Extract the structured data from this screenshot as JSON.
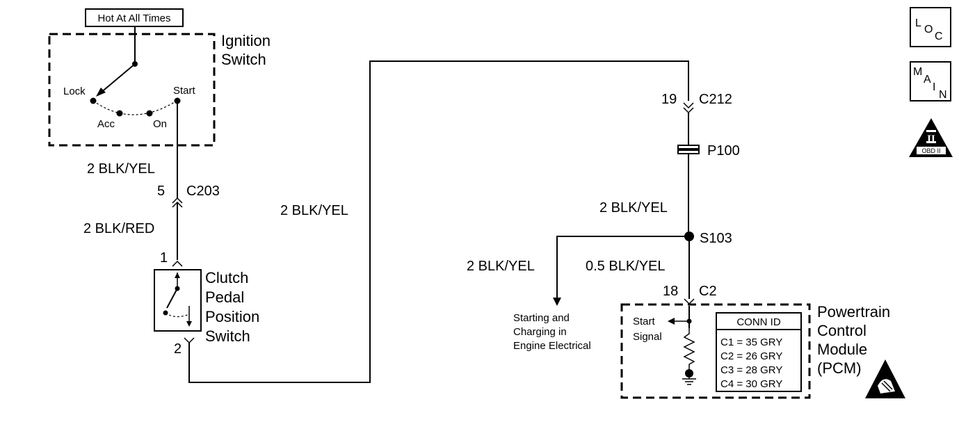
{
  "hot_label": "Hot At All Times",
  "ignition": {
    "title1": "Ignition",
    "title2": "Switch",
    "lock": "Lock",
    "acc": "Acc",
    "on": "On",
    "start": "Start"
  },
  "wires": {
    "w1": "2 BLK/YEL",
    "w2": "2 BLK/RED",
    "w3": "2 BLK/YEL",
    "w4": "2 BLK/YEL",
    "w5": "2 BLK/YEL",
    "w6": "0.5 BLK/YEL"
  },
  "connectors": {
    "c203_pin": "5",
    "c203": "C203",
    "cpps_pin1": "1",
    "cpps_pin2": "2",
    "c212_pin": "19",
    "c212": "C212",
    "p100": "P100",
    "s103": "S103",
    "c2_pin": "18",
    "c2": "C2"
  },
  "clutch": {
    "line1": "Clutch",
    "line2": "Pedal",
    "line3": "Position",
    "line4": "Switch"
  },
  "branch": {
    "line1": "Starting and",
    "line2": "Charging in",
    "line3": "Engine Electrical"
  },
  "pcm": {
    "line1": "Powertrain",
    "line2": "Control",
    "line3": "Module",
    "line4": "(PCM)",
    "start_signal1": "Start",
    "start_signal2": "Signal",
    "conn_title": "CONN ID",
    "conns": [
      "C1 = 35 GRY",
      "C2 = 26 GRY",
      "C3 = 28 GRY",
      "C4 = 30 GRY"
    ]
  },
  "icons": {
    "loc": {
      "l": "L",
      "o": "O",
      "c": "C"
    },
    "main": {
      "m": "M",
      "a": "A",
      "i": "I",
      "n": "N"
    },
    "obd": {
      "numeral": "II",
      "label": "OBD II"
    }
  }
}
